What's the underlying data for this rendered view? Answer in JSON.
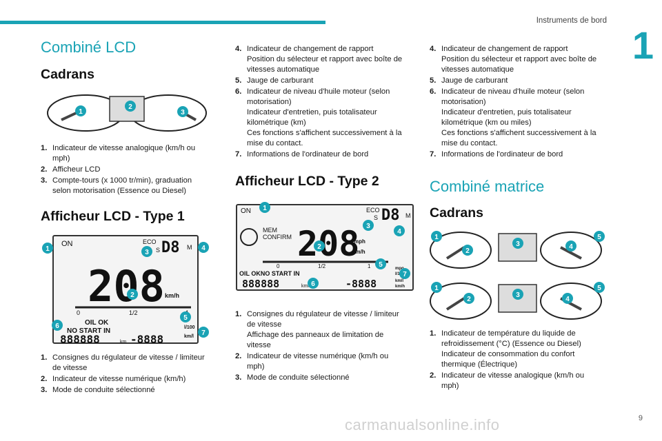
{
  "header": {
    "section": "Instruments de bord",
    "chapter": "1"
  },
  "col1": {
    "title": "Combiné LCD",
    "subtitle": "Cadrans",
    "items": [
      {
        "num": "1.",
        "lines": [
          "Indicateur de vitesse analogique (km/h ou",
          "mph)"
        ]
      },
      {
        "num": "2.",
        "lines": [
          "Afficheur LCD"
        ]
      },
      {
        "num": "3.",
        "lines": [
          "Compte-tours (x 1000 tr/min), graduation",
          "selon motorisation (Essence ou Diesel)"
        ]
      }
    ],
    "type1_title": "Afficheur LCD - Type 1",
    "type1_items": [
      {
        "num": "1.",
        "lines": [
          "Consignes du régulateur de vitesse / limiteur",
          "de vitesse"
        ]
      },
      {
        "num": "2.",
        "lines": [
          "Indicateur de vitesse numérique (km/h)"
        ]
      },
      {
        "num": "3.",
        "lines": [
          "Mode de conduite sélectionné"
        ]
      }
    ]
  },
  "col2": {
    "items": [
      {
        "num": "4.",
        "lines": [
          "Indicateur de changement de rapport",
          "Position du sélecteur et rapport avec boîte de",
          "vitesses automatique"
        ]
      },
      {
        "num": "5.",
        "lines": [
          "Jauge de carburant"
        ]
      },
      {
        "num": "6.",
        "lines": [
          "Indicateur de niveau d'huile moteur (selon",
          "motorisation)",
          "Indicateur d'entretien, puis totalisateur",
          "kilométrique (km)",
          "Ces fonctions s'affichent successivement à la",
          "mise du contact."
        ]
      },
      {
        "num": "7.",
        "lines": [
          "Informations de l'ordinateur de bord"
        ]
      }
    ],
    "type2_title": "Afficheur LCD - Type 2",
    "type2_items": [
      {
        "num": "1.",
        "lines": [
          "Consignes du régulateur de vitesse / limiteur",
          "de vitesse",
          "Affichage des panneaux de limitation de",
          "vitesse"
        ]
      },
      {
        "num": "2.",
        "lines": [
          "Indicateur de vitesse numérique (km/h ou",
          "mph)"
        ]
      },
      {
        "num": "3.",
        "lines": [
          "Mode de conduite sélectionné"
        ]
      }
    ]
  },
  "col3": {
    "items": [
      {
        "num": "4.",
        "lines": [
          "Indicateur de changement de rapport",
          "Position du sélecteur et rapport avec boîte de",
          "vitesses automatique"
        ]
      },
      {
        "num": "5.",
        "lines": [
          "Jauge de carburant"
        ]
      },
      {
        "num": "6.",
        "lines": [
          "Indicateur de niveau d'huile moteur (selon",
          "motorisation)",
          "Indicateur d'entretien, puis totalisateur",
          "kilométrique (km ou miles)",
          "Ces fonctions s'affichent successivement à la",
          "mise du contact."
        ]
      },
      {
        "num": "7.",
        "lines": [
          "Informations de l'ordinateur de bord"
        ]
      }
    ],
    "title": "Combiné matrice",
    "subtitle": "Cadrans",
    "bottom_items": [
      {
        "num": "1.",
        "lines": [
          "Indicateur de température du liquide de",
          "refroidissement (°C) (Essence ou Diesel)",
          "Indicateur de consommation du confort",
          "thermique (Électrique)"
        ]
      },
      {
        "num": "2.",
        "lines": [
          "Indicateur de vitesse analogique (km/h ou",
          "mph)"
        ]
      }
    ]
  },
  "lcd1": {
    "on": "ON",
    "eco": "ECO",
    "s": "S",
    "gear": "D8",
    "m": "M",
    "speed": "208",
    "kmh": "km/h",
    "oil": "OIL OK",
    "nostart": "NO START IN",
    "odo": "888888",
    "km": "km",
    "trip": "-8888",
    "l100": "l/100",
    "kml": "km/l",
    "scale": [
      "0",
      "1/2",
      "1"
    ]
  },
  "lcd2": {
    "on": "ON",
    "eco": "ECO",
    "s": "S",
    "gear": "D8",
    "m": "M",
    "mem": "MEM",
    "confirm": "CONFIRM",
    "speed": "208",
    "mph": "mph",
    "kmh": "km/h",
    "oilnostart": "OIL OKNO START IN",
    "odo": "888888",
    "kmi": "kmi",
    "trip": "-8888",
    "mpg": "mpg",
    "l100": "l/100",
    "kml": "km/l",
    "kmih": "km/h",
    "scale": [
      "0",
      "1/2",
      "1"
    ]
  },
  "badges": [
    "1",
    "2",
    "3",
    "4",
    "5",
    "6",
    "7"
  ],
  "footer": {
    "page": "9",
    "watermark": "carmanualsonline.info"
  },
  "colors": {
    "accent": "#1aa3b5"
  }
}
